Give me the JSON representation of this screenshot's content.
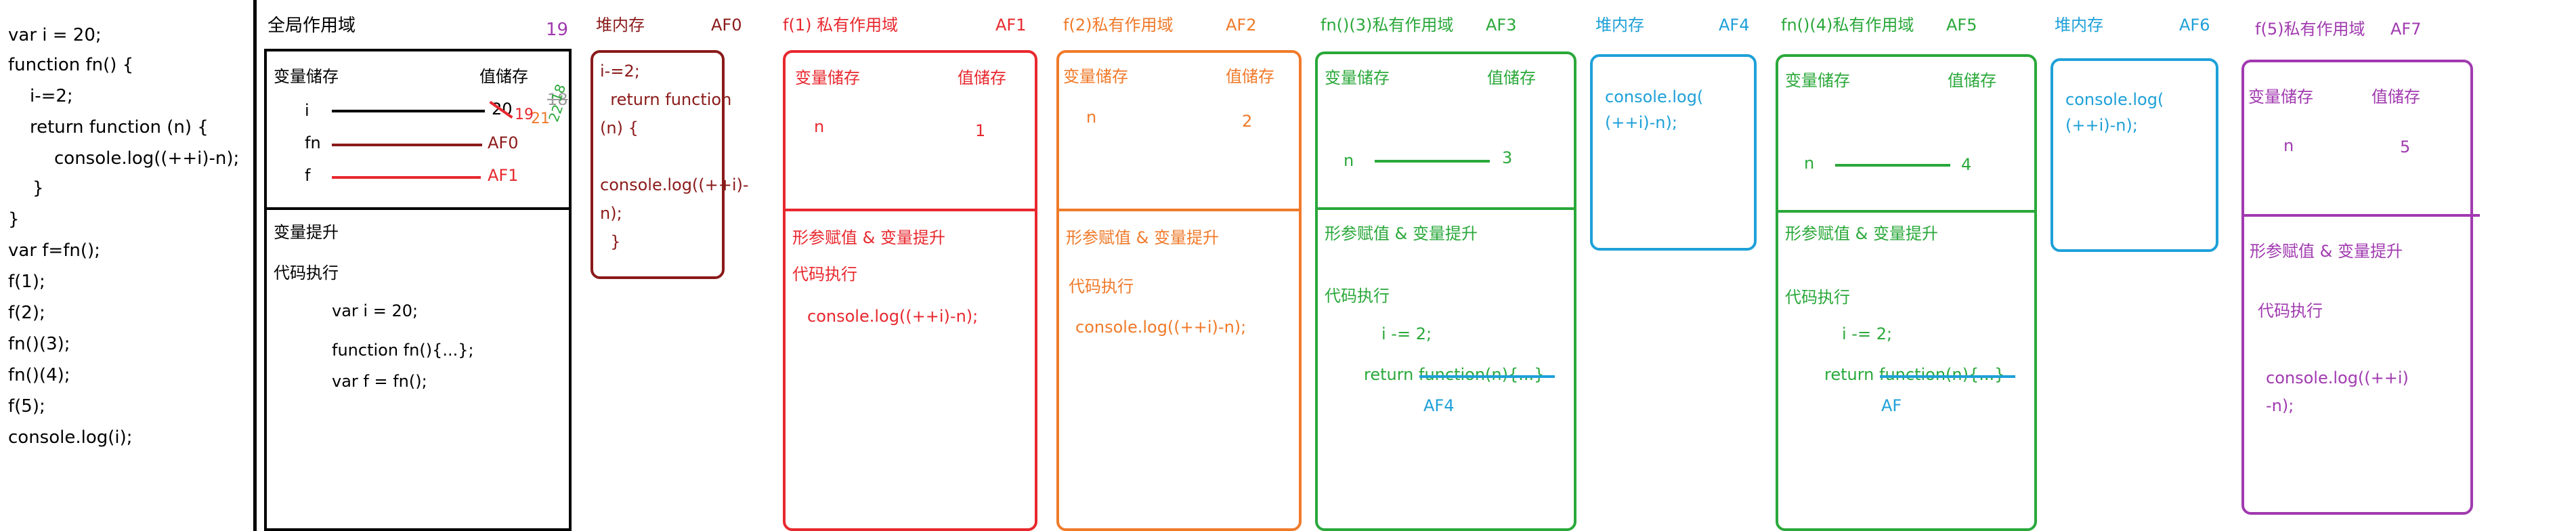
{
  "code": [
    "var i = 20;",
    "function fn() {",
    "i-=2;",
    "return function (n) {",
    "console.log((++i)-n);",
    "}",
    "}",
    "var f=fn();",
    "f(1);",
    "f(2);",
    "fn()(3);",
    "fn()(4);",
    "f(5);",
    "console.log(i);"
  ],
  "global": {
    "title": "全局作用域",
    "number": "19",
    "var_store": "变量储存",
    "val_store": "值储存",
    "struck_value": "18",
    "vars": [
      "i",
      "fn",
      "f"
    ],
    "i_value": "20",
    "i_hand_values": [
      "19",
      "21",
      "22",
      "18"
    ],
    "fn_value": "AF0",
    "f_value": "AF1",
    "hoist": "变量提升",
    "exec": "代码执行",
    "exec_lines": [
      "var i = 20;",
      "function fn(){...};",
      "var f = fn();"
    ]
  },
  "af0": {
    "label": "堆内存",
    "id": "AF0",
    "code": "i-=2;\n  return function\n(n) {\n\nconsole.log((++i)-\nn);\n  }"
  },
  "af1": {
    "title": "f(1) 私有作用域",
    "id": "AF1",
    "var_store": "变量储存",
    "val_store": "值储存",
    "var": "n",
    "value": "1",
    "hoist": "形参赋值 & 变量提升",
    "exec": "代码执行",
    "code": "console.log((++i)-n);"
  },
  "af2": {
    "title": "f(2)私有作用域",
    "id": "AF2",
    "var_store": "变量储存",
    "val_store": "值储存",
    "var": "n",
    "value": "2",
    "hoist": "形参赋值 & 变量提升",
    "exec": "代码执行",
    "code": "console.log((++i)-n);"
  },
  "af3": {
    "title": "fn()(3)私有作用域",
    "id": "AF3",
    "var_store": "变量储存",
    "val_store": "值储存",
    "var": "n",
    "value": "3",
    "hoist": "形参赋值 & 变量提升",
    "exec": "代码执行",
    "line1": "i -= 2;",
    "line2": "return function(n){...}",
    "ref": "AF4"
  },
  "af4": {
    "label": "堆内存",
    "id": "AF4",
    "code": "console.log(\n(++i)-n);"
  },
  "af5": {
    "title": "fn()(4)私有作用域",
    "id": "AF5",
    "var_store": "变量储存",
    "val_store": "值储存",
    "var": "n",
    "value": "4",
    "hoist": "形参赋值 & 变量提升",
    "exec": "代码执行",
    "line1": "i -= 2;",
    "line2": "return function(n){...}",
    "ref": "AF"
  },
  "af6": {
    "label": "堆内存",
    "id": "AF6",
    "code": "console.log(\n(++i)-n);"
  },
  "af7": {
    "title": "f(5)私有作用域",
    "id": "AF7",
    "var_store": "变量储存",
    "val_store": "值储存",
    "var": "n",
    "value": "5",
    "hoist": "形参赋值 & 变量提升",
    "exec": "代码执行",
    "code": "console.log((++i)\n-n);"
  },
  "colors": {
    "black": "#000000",
    "dark_red": "#8b1a1a",
    "red": "#e8282e",
    "orange": "#f07a2a",
    "green": "#2aa83a",
    "blue": "#1ea0d8",
    "purple": "#a13ab0"
  }
}
